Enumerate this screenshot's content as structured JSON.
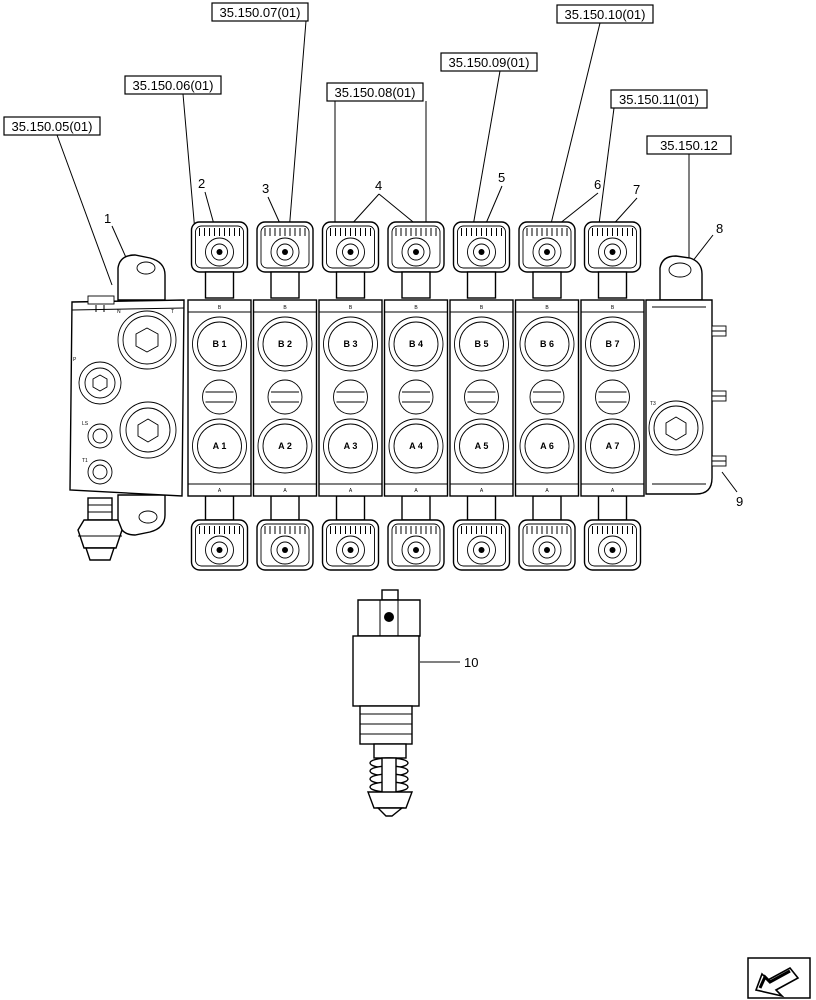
{
  "references": [
    {
      "id": "ref-35-150-07",
      "label": "35.150.07(01)"
    },
    {
      "id": "ref-35-150-10",
      "label": "35.150.10(01)"
    },
    {
      "id": "ref-35-150-09",
      "label": "35.150.09(01)"
    },
    {
      "id": "ref-35-150-06",
      "label": "35.150.06(01)"
    },
    {
      "id": "ref-35-150-08",
      "label": "35.150.08(01)"
    },
    {
      "id": "ref-35-150-11",
      "label": "35.150.11(01)"
    },
    {
      "id": "ref-35-150-05",
      "label": "35.150.05(01)"
    },
    {
      "id": "ref-35-150-12",
      "label": "35.150.12"
    }
  ],
  "callouts": [
    "1",
    "2",
    "3",
    "4",
    "5",
    "6",
    "7",
    "8",
    "9",
    "10"
  ],
  "sections": [
    {
      "b": "B 1",
      "a": "A 1"
    },
    {
      "b": "B 2",
      "a": "A 2"
    },
    {
      "b": "B 3",
      "a": "A 3"
    },
    {
      "b": "B 4",
      "a": "A 4"
    },
    {
      "b": "B 5",
      "a": "A 5"
    },
    {
      "b": "B 6",
      "a": "A 6"
    },
    {
      "b": "B 7",
      "a": "A 7"
    }
  ],
  "section_top_mark": "B",
  "section_bottom_mark": "A",
  "inlet_ports": {
    "p": "P",
    "ls": "LS",
    "t1": "T1",
    "t": "T",
    "n": "N"
  },
  "outlet_ports": {
    "t3": "T3"
  },
  "nav_icon": "arrow-icon"
}
